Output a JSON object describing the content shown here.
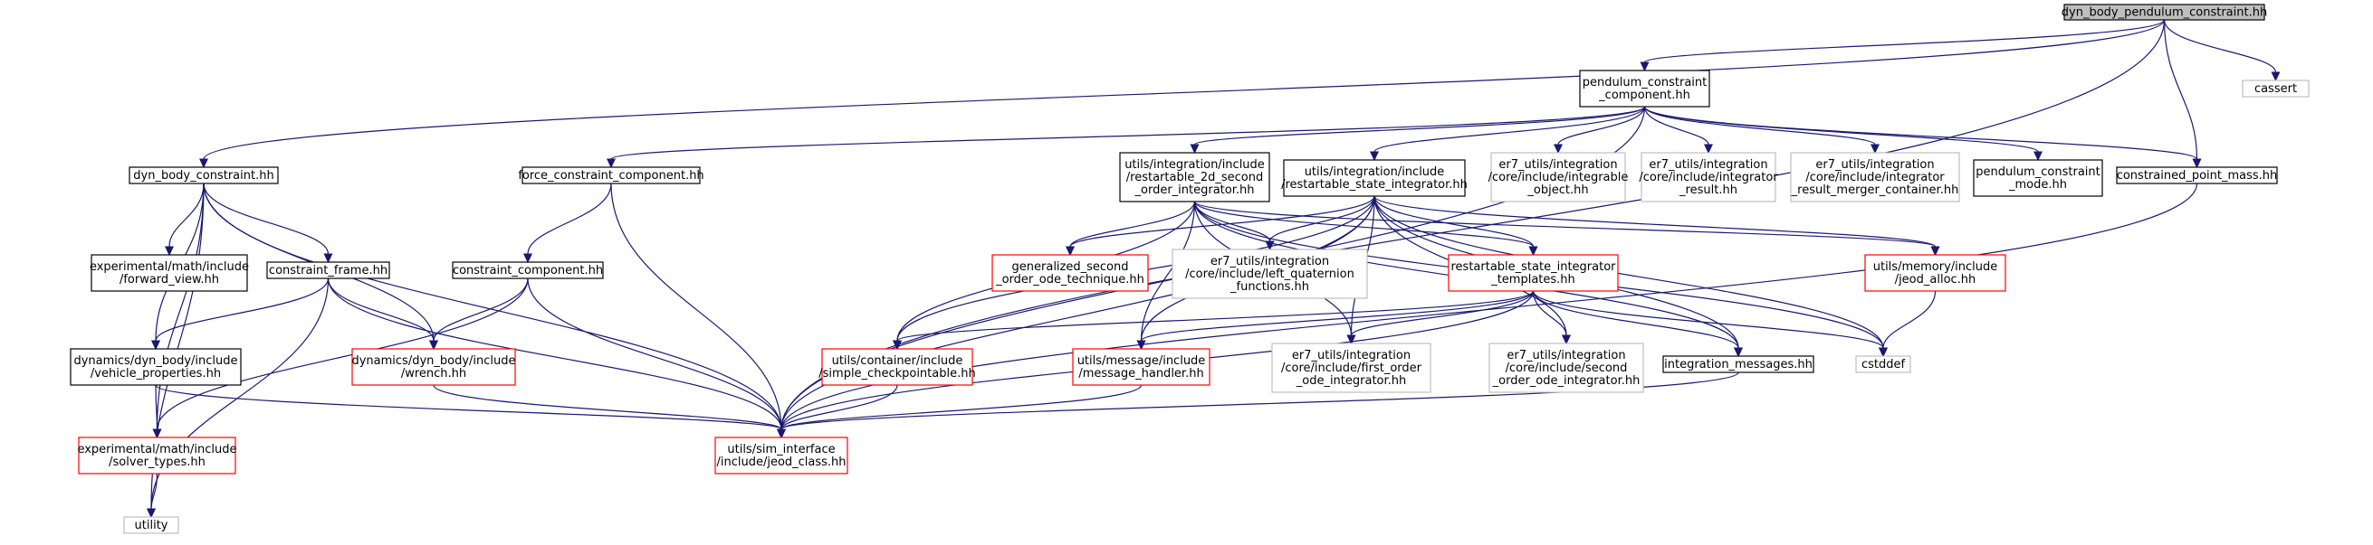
{
  "colors": {
    "edge": "#191970",
    "root_fill": "#bfbfbf",
    "default_border": "#000000",
    "system_border": "#bfbfbf",
    "truncated_border": "#ff0000"
  },
  "nodes": [
    {
      "id": "root",
      "kind": "root",
      "lines": [
        "dyn_body_pendulum_constraint.hh"
      ]
    },
    {
      "id": "pcc",
      "kind": "default",
      "lines": [
        "pendulum_constraint",
        "_component.hh"
      ]
    },
    {
      "id": "cassert",
      "kind": "system",
      "lines": [
        "cassert"
      ]
    },
    {
      "id": "dbc",
      "kind": "default",
      "lines": [
        "dyn_body_constraint.hh"
      ]
    },
    {
      "id": "fcc",
      "kind": "default",
      "lines": [
        "force_constraint_component.hh"
      ]
    },
    {
      "id": "r2d",
      "kind": "default",
      "lines": [
        "utils/integration/include",
        "/restartable_2d_second",
        "_order_integrator.hh"
      ]
    },
    {
      "id": "rsi",
      "kind": "default",
      "lines": [
        "utils/integration/include",
        "/restartable_state_integrator.hh"
      ]
    },
    {
      "id": "intobj",
      "kind": "system",
      "lines": [
        "er7_utils/integration",
        "/core/include/integrable",
        "_object.hh"
      ]
    },
    {
      "id": "intres",
      "kind": "system",
      "lines": [
        "er7_utils/integration",
        "/core/include/integrator",
        "_result.hh"
      ]
    },
    {
      "id": "intmerge",
      "kind": "system",
      "lines": [
        "er7_utils/integration",
        "/core/include/integrator",
        "_result_merger_container.hh"
      ]
    },
    {
      "id": "pcmode",
      "kind": "default",
      "lines": [
        "pendulum_constraint",
        "_mode.hh"
      ]
    },
    {
      "id": "cpm",
      "kind": "default",
      "lines": [
        "constrained_point_mass.hh"
      ]
    },
    {
      "id": "fview",
      "kind": "default",
      "lines": [
        "experimental/math/include",
        "/forward_view.hh"
      ]
    },
    {
      "id": "cframe",
      "kind": "default",
      "lines": [
        "constraint_frame.hh"
      ]
    },
    {
      "id": "ccomp",
      "kind": "default",
      "lines": [
        "constraint_component.hh"
      ]
    },
    {
      "id": "gsoot",
      "kind": "truncated",
      "lines": [
        "generalized_second",
        "_order_ode_technique.hh"
      ]
    },
    {
      "id": "lqf",
      "kind": "system",
      "lines": [
        "er7_utils/integration",
        "/core/include/left_quaternion",
        "_functions.hh"
      ]
    },
    {
      "id": "rsit",
      "kind": "truncated",
      "lines": [
        "restartable_state_integrator",
        "_templates.hh"
      ]
    },
    {
      "id": "jalloc",
      "kind": "truncated",
      "lines": [
        "utils/memory/include",
        "/jeod_alloc.hh"
      ]
    },
    {
      "id": "vprops",
      "kind": "default",
      "lines": [
        "dynamics/dyn_body/include",
        "/vehicle_properties.hh"
      ]
    },
    {
      "id": "wrench",
      "kind": "truncated",
      "lines": [
        "dynamics/dyn_body/include",
        "/wrench.hh"
      ]
    },
    {
      "id": "scp",
      "kind": "truncated",
      "lines": [
        "utils/container/include",
        "/simple_checkpointable.hh"
      ]
    },
    {
      "id": "mh",
      "kind": "truncated",
      "lines": [
        "utils/message/include",
        "/message_handler.hh"
      ]
    },
    {
      "id": "fooi",
      "kind": "system",
      "lines": [
        "er7_utils/integration",
        "/core/include/first_order",
        "_ode_integrator.hh"
      ]
    },
    {
      "id": "sooi",
      "kind": "system",
      "lines": [
        "er7_utils/integration",
        "/core/include/second",
        "_order_ode_integrator.hh"
      ]
    },
    {
      "id": "imsg",
      "kind": "default",
      "lines": [
        "integration_messages.hh"
      ]
    },
    {
      "id": "cstddef",
      "kind": "system",
      "lines": [
        "cstddef"
      ]
    },
    {
      "id": "solver",
      "kind": "truncated",
      "lines": [
        "experimental/math/include",
        "/solver_types.hh"
      ]
    },
    {
      "id": "jeod",
      "kind": "truncated",
      "lines": [
        "utils/sim_interface",
        "/include/jeod_class.hh"
      ]
    },
    {
      "id": "utility",
      "kind": "system",
      "lines": [
        "utility"
      ]
    }
  ],
  "edges": [
    [
      "root",
      "pcc"
    ],
    [
      "root",
      "cassert"
    ],
    [
      "root",
      "dbc"
    ],
    [
      "root",
      "cpm"
    ],
    [
      "root",
      "jeod"
    ],
    [
      "pcc",
      "fcc"
    ],
    [
      "pcc",
      "r2d"
    ],
    [
      "pcc",
      "rsi"
    ],
    [
      "pcc",
      "intobj"
    ],
    [
      "pcc",
      "intres"
    ],
    [
      "pcc",
      "intmerge"
    ],
    [
      "pcc",
      "pcmode"
    ],
    [
      "pcc",
      "cpm"
    ],
    [
      "pcc",
      "jeod"
    ],
    [
      "dbc",
      "fview"
    ],
    [
      "dbc",
      "cframe"
    ],
    [
      "dbc",
      "wrench"
    ],
    [
      "dbc",
      "vprops"
    ],
    [
      "dbc",
      "solver"
    ],
    [
      "dbc",
      "jeod"
    ],
    [
      "dbc",
      "utility"
    ],
    [
      "fcc",
      "ccomp"
    ],
    [
      "fcc",
      "jeod"
    ],
    [
      "cframe",
      "vprops"
    ],
    [
      "cframe",
      "wrench"
    ],
    [
      "cframe",
      "jeod"
    ],
    [
      "cframe",
      "utility"
    ],
    [
      "ccomp",
      "wrench"
    ],
    [
      "ccomp",
      "solver"
    ],
    [
      "ccomp",
      "jeod"
    ],
    [
      "r2d",
      "gsoot"
    ],
    [
      "r2d",
      "lqf"
    ],
    [
      "r2d",
      "rsit"
    ],
    [
      "r2d",
      "jalloc"
    ],
    [
      "r2d",
      "scp"
    ],
    [
      "r2d",
      "mh"
    ],
    [
      "r2d",
      "fooi"
    ],
    [
      "r2d",
      "imsg"
    ],
    [
      "r2d",
      "cstddef"
    ],
    [
      "rsi",
      "gsoot"
    ],
    [
      "rsi",
      "lqf"
    ],
    [
      "rsi",
      "rsit"
    ],
    [
      "rsi",
      "jalloc"
    ],
    [
      "rsi",
      "scp"
    ],
    [
      "rsi",
      "mh"
    ],
    [
      "rsi",
      "fooi"
    ],
    [
      "rsi",
      "sooi"
    ],
    [
      "rsi",
      "imsg"
    ],
    [
      "rsi",
      "cstddef"
    ],
    [
      "rsi",
      "jeod"
    ],
    [
      "rsit",
      "scp"
    ],
    [
      "rsit",
      "mh"
    ],
    [
      "rsit",
      "fooi"
    ],
    [
      "rsit",
      "sooi"
    ],
    [
      "rsit",
      "imsg"
    ],
    [
      "rsit",
      "cstddef"
    ],
    [
      "rsit",
      "jeod"
    ],
    [
      "jalloc",
      "cstddef"
    ],
    [
      "vprops",
      "solver"
    ],
    [
      "vprops",
      "jeod"
    ],
    [
      "wrench",
      "jeod"
    ],
    [
      "scp",
      "jeod"
    ],
    [
      "mh",
      "jeod"
    ],
    [
      "imsg",
      "jeod"
    ],
    [
      "cpm",
      "jeod"
    ],
    [
      "solver",
      "utility"
    ]
  ]
}
